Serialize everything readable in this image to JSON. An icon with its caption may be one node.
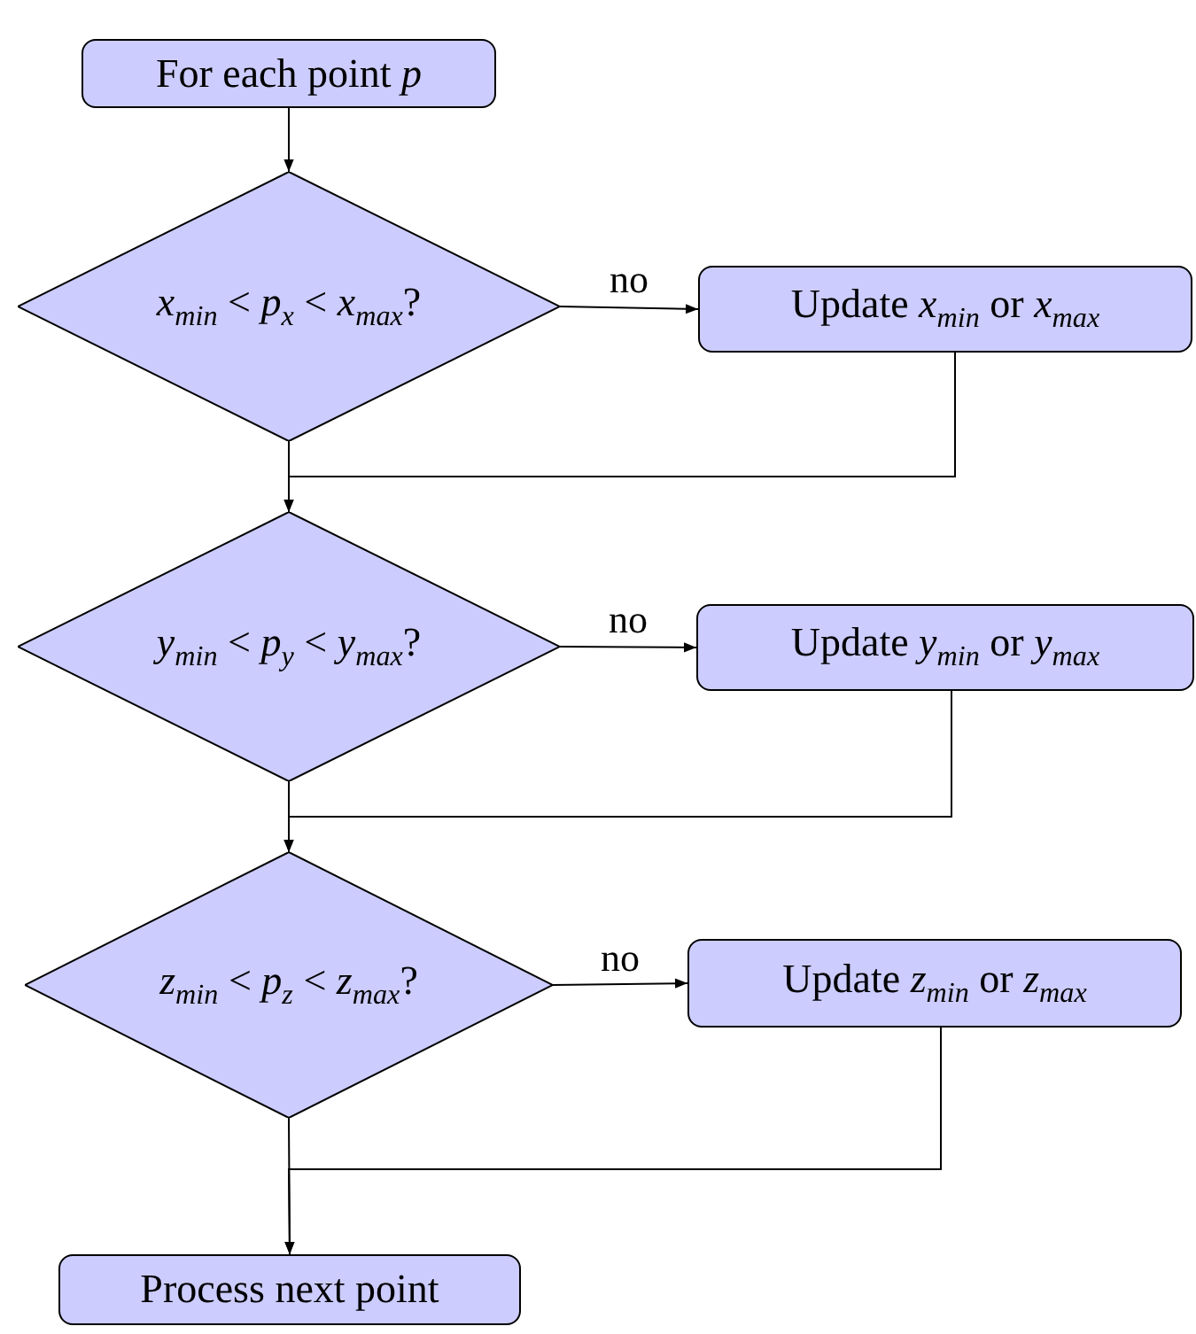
{
  "diagram": {
    "nodes": [
      {
        "text": [
          "For each point *p*"
        ]
      },
      {
        "text": [
          "*x*$_{min}$ < *p*$_{x}$ < *x*$_{max}$?"
        ]
      },
      {
        "text": [
          "Update *x*$_{min}$ or *x*$_{max}$"
        ]
      },
      {
        "text": [
          "*y*$_{min}$ < *p*$_{y}$ < *y*$_{max}$?"
        ]
      },
      {
        "text": [
          "Update *y*$_{min}$ or *y*$_{max}$"
        ]
      },
      {
        "text": [
          "*z*$_{min}$ < *p*$_{z}$ < *z*$_{max}$?"
        ]
      },
      {
        "text": [
          "Update *z*$_{min}$ or *z*$_{max}$"
        ]
      },
      {
        "text": [
          "Process next point"
        ]
      }
    ],
    "edges": [
      {
        "from": 0,
        "to": 1,
        "arrow": "to"
      },
      {
        "from": 1,
        "to": 2,
        "arrow": "to",
        "label": "no"
      },
      {
        "from": 2,
        "to": 3,
        "arrow": "to"
      },
      {
        "from": 1,
        "to": 3,
        "arrow": "to"
      },
      {
        "from": 3,
        "to": 4,
        "arrow": "to",
        "label": "no"
      },
      {
        "from": 4,
        "to": 5,
        "arrow": "to"
      },
      {
        "from": 3,
        "to": 5,
        "arrow": "to"
      },
      {
        "from": 5,
        "to": 6,
        "arrow": "to",
        "label": "no"
      },
      {
        "from": 6,
        "to": 7,
        "arrow": "to"
      },
      {
        "from": 5,
        "to": 7,
        "arrow": "to"
      }
    ]
  }
}
